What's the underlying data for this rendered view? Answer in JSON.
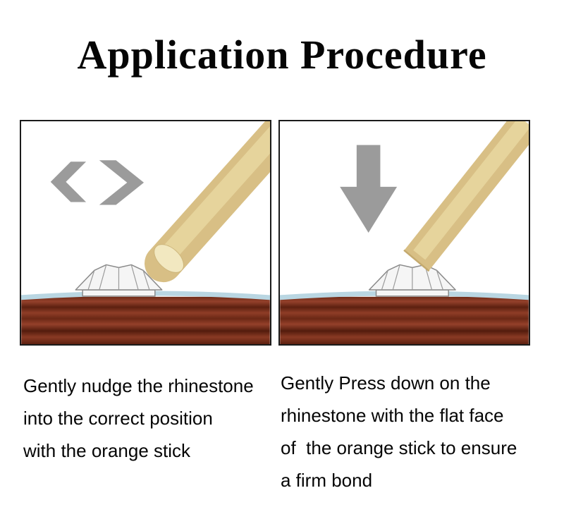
{
  "title": "Application Procedure",
  "panels": [
    {
      "name": "nudge-step",
      "arrow_icon": "left-right-arrows-icon",
      "caption": "Gently nudge the rhinestone\ninto the correct position\nwith the orange stick"
    },
    {
      "name": "press-step",
      "arrow_icon": "down-arrow-icon",
      "caption": "Gently Press down on the\nrhinestone with the flat face\nof  the orange stick to ensure\na firm bond"
    }
  ],
  "colors": {
    "stick": "#d8bf85",
    "stick_stripe": "#e6d49c",
    "stick_highlight": "#f2e8c0",
    "arrow": "#9b9b9b",
    "surface": "#8d3b26",
    "glue_line": "#b9d6e2",
    "stone_fill": "#f5f5f5",
    "stone_stroke": "#8a8a8a"
  }
}
